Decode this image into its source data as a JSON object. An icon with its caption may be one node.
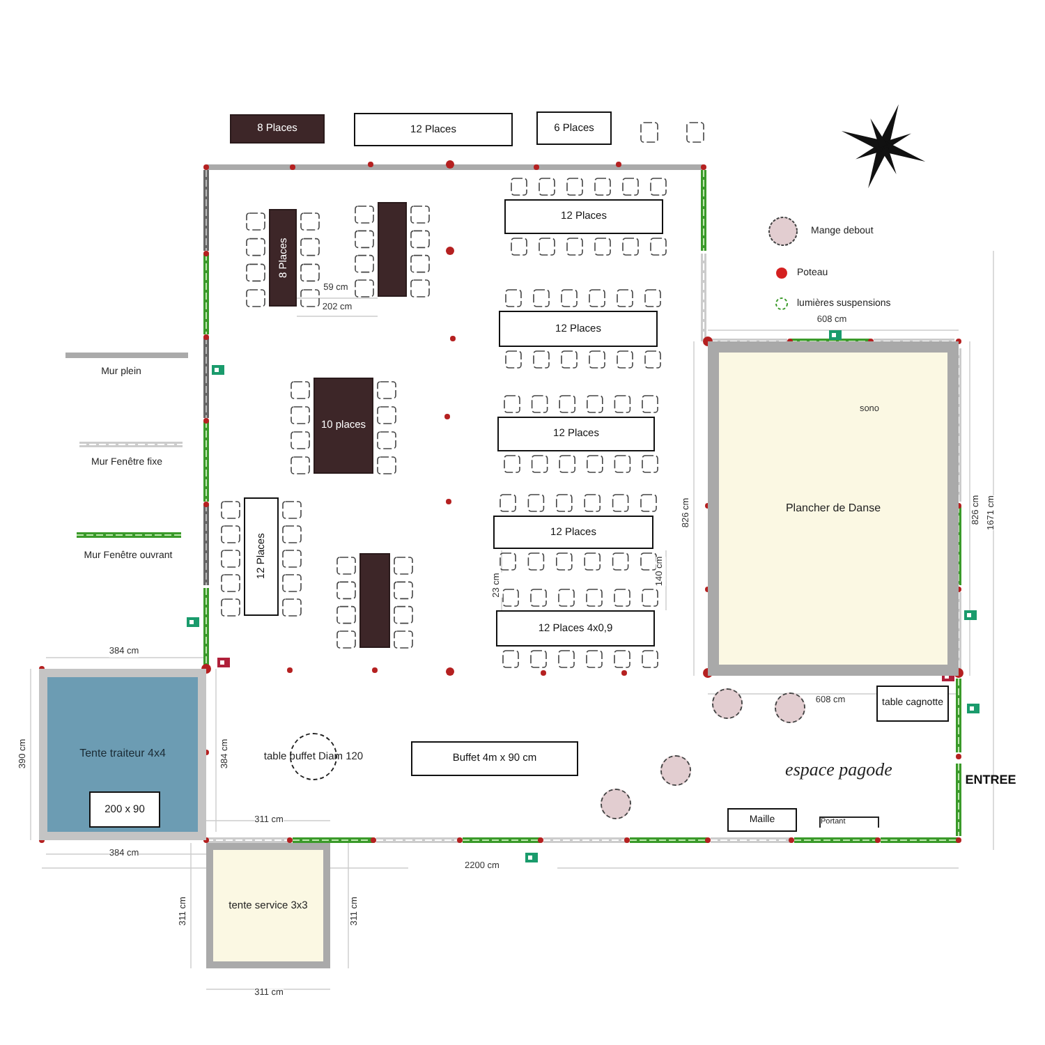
{
  "diagram": {
    "nodes": [
      {
        "text": [
          "8 Places"
        ]
      },
      {
        "text": [
          "12 Places"
        ]
      },
      {
        "text": [
          "6 Places"
        ]
      },
      {
        "text": [
          "12 Places"
        ]
      },
      {
        "text": [
          "8 Places"
        ]
      },
      {
        "text": [],
        "shape": "box"
      },
      {
        "text": [
          "12 Places"
        ]
      },
      {
        "text": [
          "10 places"
        ]
      },
      {
        "text": [
          "12 Places"
        ]
      },
      {
        "text": [
          "12 Places"
        ]
      },
      {
        "text": [
          "12 Places"
        ]
      },
      {
        "text": [],
        "shape": "box"
      },
      {
        "text": [
          "12 Places 4x0,9"
        ]
      },
      {
        "text": [
          "Plancher de Danse"
        ]
      },
      {
        "text": [
          "table cagnotte"
        ]
      },
      {
        "text": [
          "Tente traiteur 4x4"
        ]
      },
      {
        "text": [
          "200 x 90"
        ],
        "in": 15
      },
      {
        "text": [
          "table buffet Diam 120"
        ]
      },
      {
        "text": [
          "Buffet 4m x 90 cm"
        ]
      },
      {
        "text": [
          "Maille"
        ]
      },
      {
        "text": [
          "Portant"
        ]
      },
      {
        "text": [
          "tente service 3x3"
        ]
      },
      {
        "text": [],
        "shape": "circle"
      },
      {
        "text": [],
        "shape": "circle"
      },
      {
        "text": [],
        "shape": "circle"
      },
      {
        "text": [],
        "shape": "circle"
      }
    ],
    "labels": [
      "59 cm",
      "202 cm",
      "608 cm",
      "sono",
      "826 cm",
      "826 cm",
      "1671 cm",
      "23 cm",
      "140 cm",
      "384 cm",
      "608 cm",
      "390 cm",
      "384 cm",
      "espace pagode",
      "ENTREE",
      "311 cm",
      "384 cm",
      "2200 cm",
      "311 cm",
      "311 cm",
      "311 cm"
    ],
    "legend": [
      {
        "text": "Mange debout",
        "color": "#e2cdd0"
      },
      {
        "text": "Poteau",
        "color": "#d42020"
      },
      {
        "text": "lumières suspensions"
      },
      {
        "text": "Mur plein"
      },
      {
        "text": "Mur Fenêtre fixe"
      },
      {
        "text": "Mur Fenêtre ouvrant"
      }
    ]
  }
}
